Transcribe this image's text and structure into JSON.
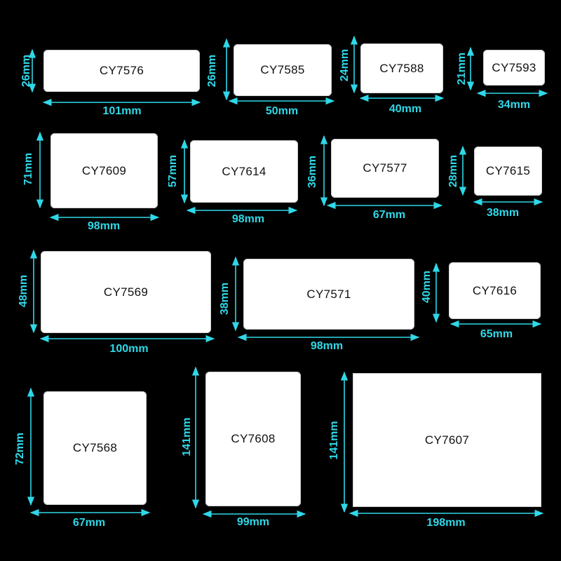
{
  "colors": {
    "background": "#000000",
    "accent": "#2fd8e8",
    "label": "#ffffff"
  },
  "labels": [
    {
      "code": "CY7576",
      "width": "101mm",
      "height": "26mm"
    },
    {
      "code": "CY7585",
      "width": "50mm",
      "height": "26mm"
    },
    {
      "code": "CY7588",
      "width": "40mm",
      "height": "24mm"
    },
    {
      "code": "CY7593",
      "width": "34mm",
      "height": "21mm"
    },
    {
      "code": "CY7609",
      "width": "98mm",
      "height": "71mm"
    },
    {
      "code": "CY7614",
      "width": "98mm",
      "height": "57mm"
    },
    {
      "code": "CY7577",
      "width": "67mm",
      "height": "36mm"
    },
    {
      "code": "CY7615",
      "width": "38mm",
      "height": "28mm"
    },
    {
      "code": "CY7569",
      "width": "100mm",
      "height": "48mm"
    },
    {
      "code": "CY7571",
      "width": "98mm",
      "height": "38mm"
    },
    {
      "code": "CY7616",
      "width": "65mm",
      "height": "40mm"
    },
    {
      "code": "CY7568",
      "width": "67mm",
      "height": "72mm"
    },
    {
      "code": "CY7608",
      "width": "99mm",
      "height": "141mm"
    },
    {
      "code": "CY7607",
      "width": "198mm",
      "height": "141mm"
    }
  ]
}
